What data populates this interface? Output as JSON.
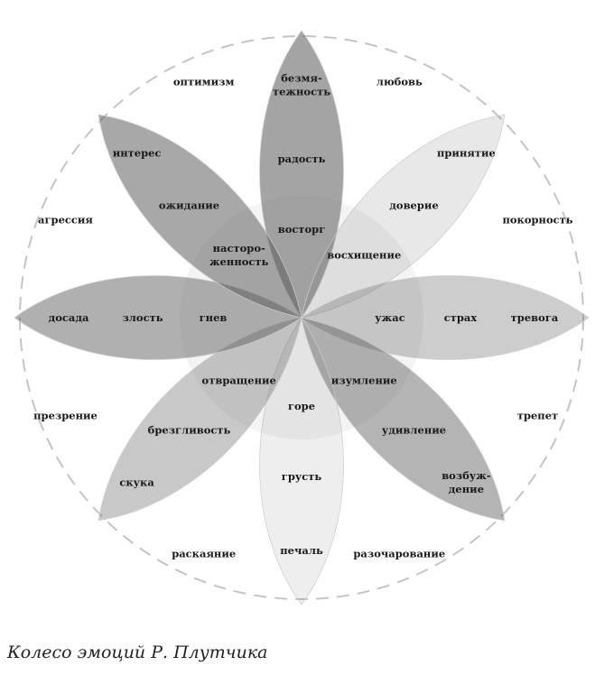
{
  "caption": "Колесо эмоций Р. Плутчика",
  "petals": [
    {
      "id": "joy",
      "outer": "безмя-\nтежность",
      "mid": "радость",
      "inner": "восторг",
      "opacity": 0.55
    },
    {
      "id": "trust",
      "outer": "принятие",
      "mid": "доверие",
      "inner": "восхищение",
      "opacity": 0.14
    },
    {
      "id": "fear",
      "outer": "тревога",
      "mid": "страх",
      "inner": "ужас",
      "opacity": 0.3
    },
    {
      "id": "surprise",
      "outer": "возбуж-\nдение",
      "mid": "удивление",
      "inner": "изумление",
      "opacity": 0.45
    },
    {
      "id": "sadness",
      "outer": "печаль",
      "mid": "грусть",
      "inner": "горе",
      "opacity": 0.1
    },
    {
      "id": "disgust",
      "outer": "скука",
      "mid": "брезгливость",
      "inner": "отвращение",
      "opacity": 0.33
    },
    {
      "id": "anger",
      "outer": "досада",
      "mid": "злость",
      "inner": "гнев",
      "opacity": 0.48
    },
    {
      "id": "anticipation",
      "outer": "интерес",
      "mid": "ожидание",
      "inner": "насторо-\nженность",
      "opacity": 0.52
    }
  ],
  "dyads": [
    "любовь",
    "покорность",
    "трепет",
    "разочарование",
    "раскаяние",
    "презрение",
    "агрессия",
    "оптимизм"
  ]
}
